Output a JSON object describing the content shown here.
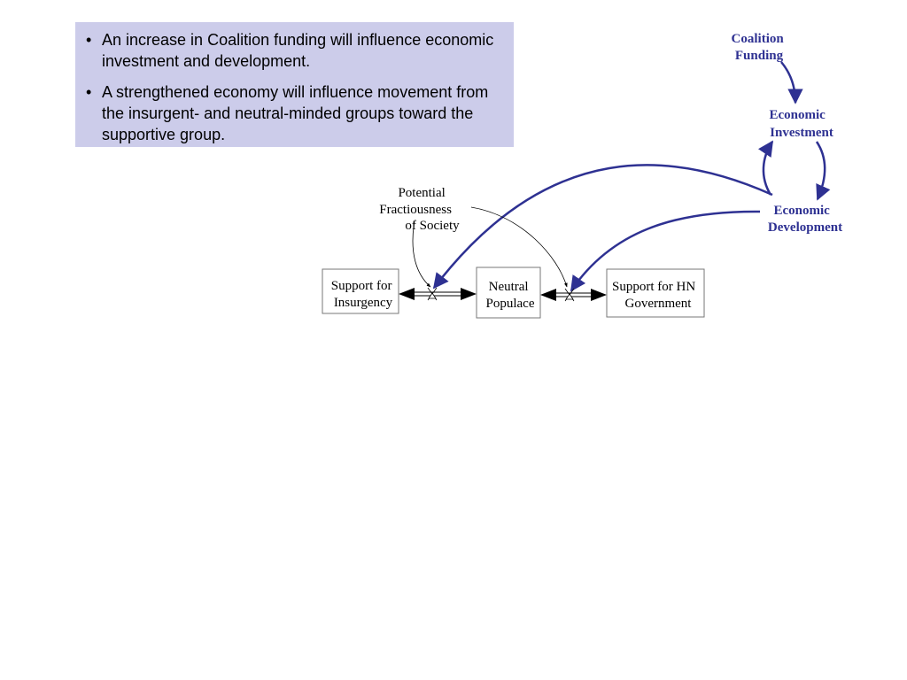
{
  "bullets": [
    "An increase in Coalition funding will influence economic investment and development.",
    "A strengthened economy will influence movement from the insurgent- and neutral-minded groups toward the supportive group."
  ],
  "diagram": {
    "colors": {
      "accent": "#2e3192",
      "box_fill": "#ccccea",
      "line": "#000000"
    },
    "loop_nodes": {
      "coalition_funding": [
        "Coalition",
        "Funding"
      ],
      "economic_investment": [
        "Economic",
        "Investment"
      ],
      "economic_development": [
        "Economic",
        "Development"
      ]
    },
    "auxiliary": {
      "fractiousness": [
        "Potential",
        "Fractiousness",
        "of Society"
      ]
    },
    "stocks": {
      "insurgency": [
        "Support for",
        "Insurgency"
      ],
      "neutral": [
        "Neutral",
        "Populace"
      ],
      "hn_government": [
        "Support for HN",
        "Government"
      ]
    }
  }
}
